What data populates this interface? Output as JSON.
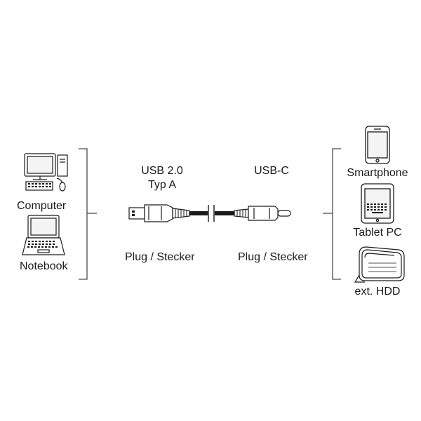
{
  "left_devices": {
    "computer_label": "Computer",
    "notebook_label": "Notebook"
  },
  "cable": {
    "end_a_label_line1": "USB 2.0",
    "end_a_label_line2": "Typ A",
    "end_b_label": "USB-C",
    "end_a_connector_label": "Plug / Stecker",
    "end_b_connector_label": "Plug / Stecker"
  },
  "right_devices": {
    "smartphone_label": "Smartphone",
    "tablet_label": "Tablet PC",
    "hdd_label": "ext. HDD"
  },
  "colors": {
    "line": "#1a1a1a",
    "bracket": "#4a4a4a"
  }
}
